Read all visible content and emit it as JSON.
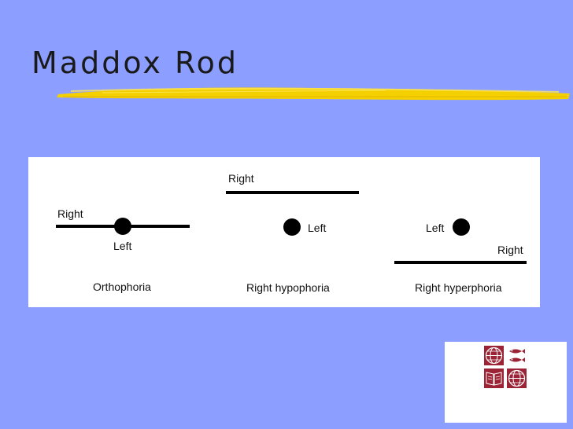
{
  "slide": {
    "title": "Maddox Rod",
    "background_color": "#8C9EFF",
    "underline_color": "#F5D000"
  },
  "diagram": {
    "panels": [
      {
        "caption": "Orthophoria",
        "line_label": "Right",
        "dot_label": "Left"
      },
      {
        "caption": "Right hypophoria",
        "line_label": "Right",
        "dot_label": "Left"
      },
      {
        "caption": "Right hyperphoria",
        "line_label": "Right",
        "dot_label": "Left"
      }
    ]
  },
  "logo": {
    "icons": [
      "globe-icon",
      "fish-icon",
      "book-icon",
      "globe-icon"
    ],
    "color": "#9B2335"
  }
}
